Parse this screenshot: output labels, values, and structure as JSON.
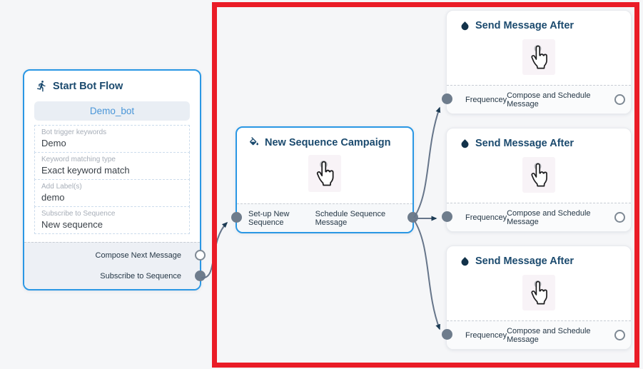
{
  "canvas": {
    "background": "#f5f6f8",
    "annotation_color": "#ea1c27"
  },
  "nodes": {
    "start_bot_flow": {
      "title": "Start Bot Flow",
      "icon": "walking-person-icon",
      "bot_name": "Demo_bot",
      "fields": [
        {
          "label": "Bot trigger keywords",
          "value": "Demo"
        },
        {
          "label": "Keyword matching type",
          "value": "Exact keyword match"
        },
        {
          "label": "Add Label(s)",
          "value": "demo"
        },
        {
          "label": "Subscribe to Sequence",
          "value": "New sequence"
        }
      ],
      "outputs": [
        {
          "label": "Compose Next Message",
          "port_style": "open"
        },
        {
          "label": "Subscribe to Sequence",
          "port_style": "filled"
        }
      ]
    },
    "new_sequence_campaign": {
      "title": "New Sequence Campaign",
      "icon": "paint-bucket-icon",
      "body_icon": "hand-cursor-icon",
      "footer_left": "Set-up New Sequence",
      "footer_right": "Schedule Sequence Message"
    },
    "send_message_after": {
      "title": "Send Message After",
      "icon": "water-drop-icon",
      "body_icon": "hand-cursor-icon",
      "footer_left": "Frequencey",
      "footer_right": "Compose and Schedule Message",
      "instance_count": 3
    }
  },
  "connections": [
    {
      "from": "start_bot_flow.subscribe_to_sequence",
      "to": "new_sequence_campaign.set_up_new_sequence"
    },
    {
      "from": "new_sequence_campaign.output",
      "to": "send_message_after_1.frequencey"
    },
    {
      "from": "new_sequence_campaign.output",
      "to": "send_message_after_2.frequencey"
    },
    {
      "from": "new_sequence_campaign.output",
      "to": "send_message_after_3.frequencey"
    }
  ],
  "colors": {
    "node_border_active": "#2a97e4",
    "title_text": "#1b4a6e",
    "wire": "#66758a",
    "arrowhead": "#1c3b54",
    "port_filled": "#6e7c8c"
  }
}
